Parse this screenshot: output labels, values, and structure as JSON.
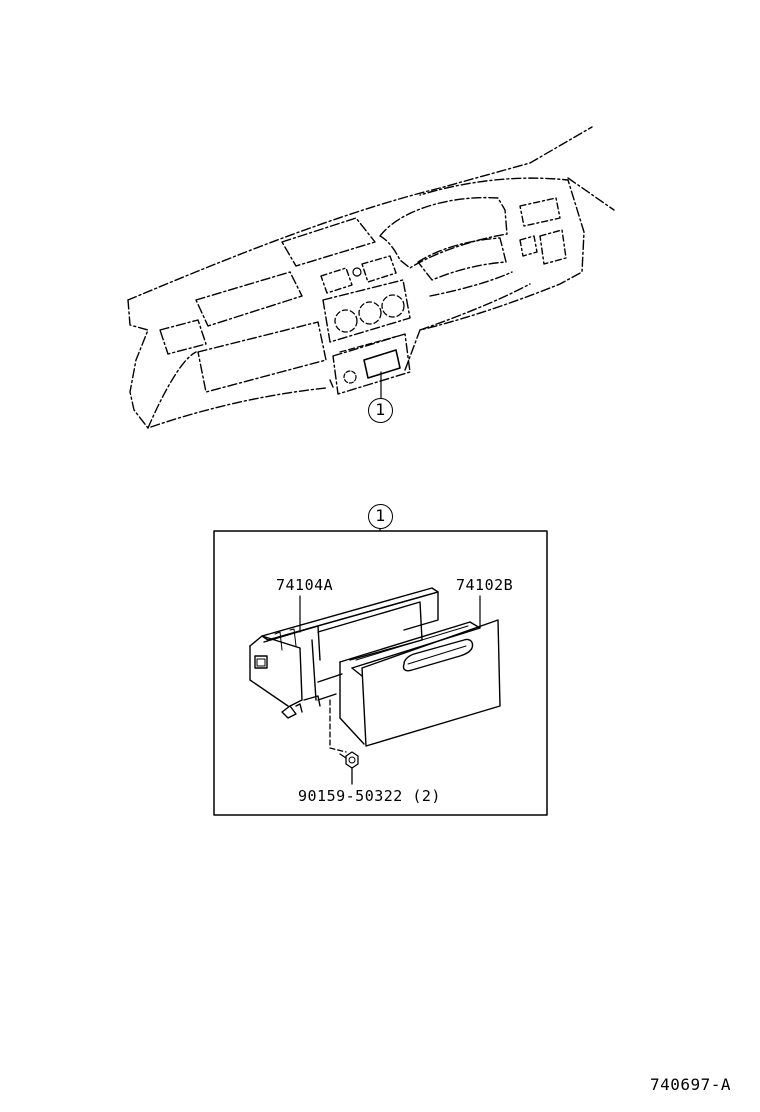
{
  "overview": {
    "callout_label": "1"
  },
  "detail": {
    "callout_label": "1",
    "parts": [
      {
        "part_no": "74104A"
      },
      {
        "part_no": "74102B"
      },
      {
        "part_no": "90159-50322 (2)"
      }
    ]
  },
  "figure_code": "740697-A",
  "colors": {
    "line": "#000000",
    "background": "#ffffff"
  }
}
